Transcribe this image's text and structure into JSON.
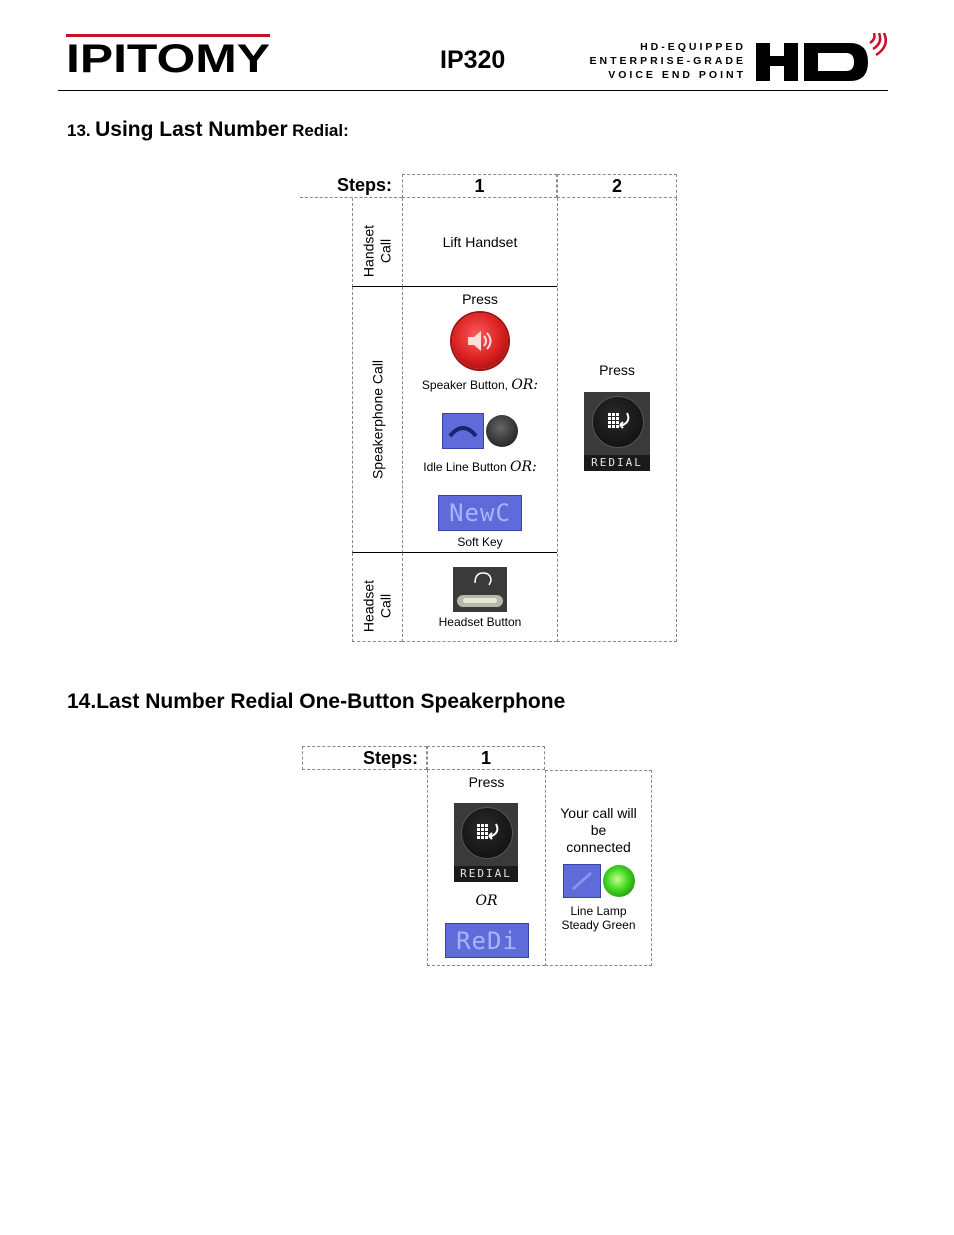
{
  "header": {
    "logo_text": "IPITOMY",
    "model": "IP320",
    "tagline": [
      "HD-EQUIPPED",
      "ENTERPRISE-GRADE",
      "VOICE END POINT"
    ],
    "hd_logo_text": "HD"
  },
  "section13": {
    "number": "13.",
    "title_main": "Using Last Number",
    "title_tail": "Redial:",
    "steps_label": "Steps:",
    "step_cols": [
      "1",
      "2"
    ],
    "rows": {
      "handset": {
        "label_line1": "Handset",
        "label_line2": "Call",
        "step1": "Lift Handset"
      },
      "speaker": {
        "label": "Speakerphone Call",
        "press": "Press",
        "speaker_caption": "Speaker Button,",
        "or1": "OR:",
        "idle_caption": "Idle Line Button",
        "or2": "OR:",
        "softkey_text": "NewC",
        "softkey_caption": "Soft Key"
      },
      "headset": {
        "label_line1": "Headset",
        "label_line2": "Call",
        "caption": "Headset Button"
      }
    },
    "step2": {
      "press": "Press",
      "button_label": "REDIAL"
    }
  },
  "section14": {
    "number": "14.",
    "title": "Last Number Redial One-Button Speakerphone",
    "steps_label": "Steps:",
    "step_col": "1",
    "press": "Press",
    "button_label": "REDIAL",
    "or": "OR",
    "softkey_text": "ReDi",
    "result_line1": "Your call will",
    "result_line2": "be",
    "result_line3": "connected",
    "lamp_caption_line1": "Line Lamp",
    "lamp_caption_line2": "Steady Green"
  },
  "colors": {
    "speaker_red": "#d81e1e",
    "lcd_blue": "#5f6bd8",
    "lamp_green": "#3cd61e",
    "logo_red": "#c8102e"
  }
}
